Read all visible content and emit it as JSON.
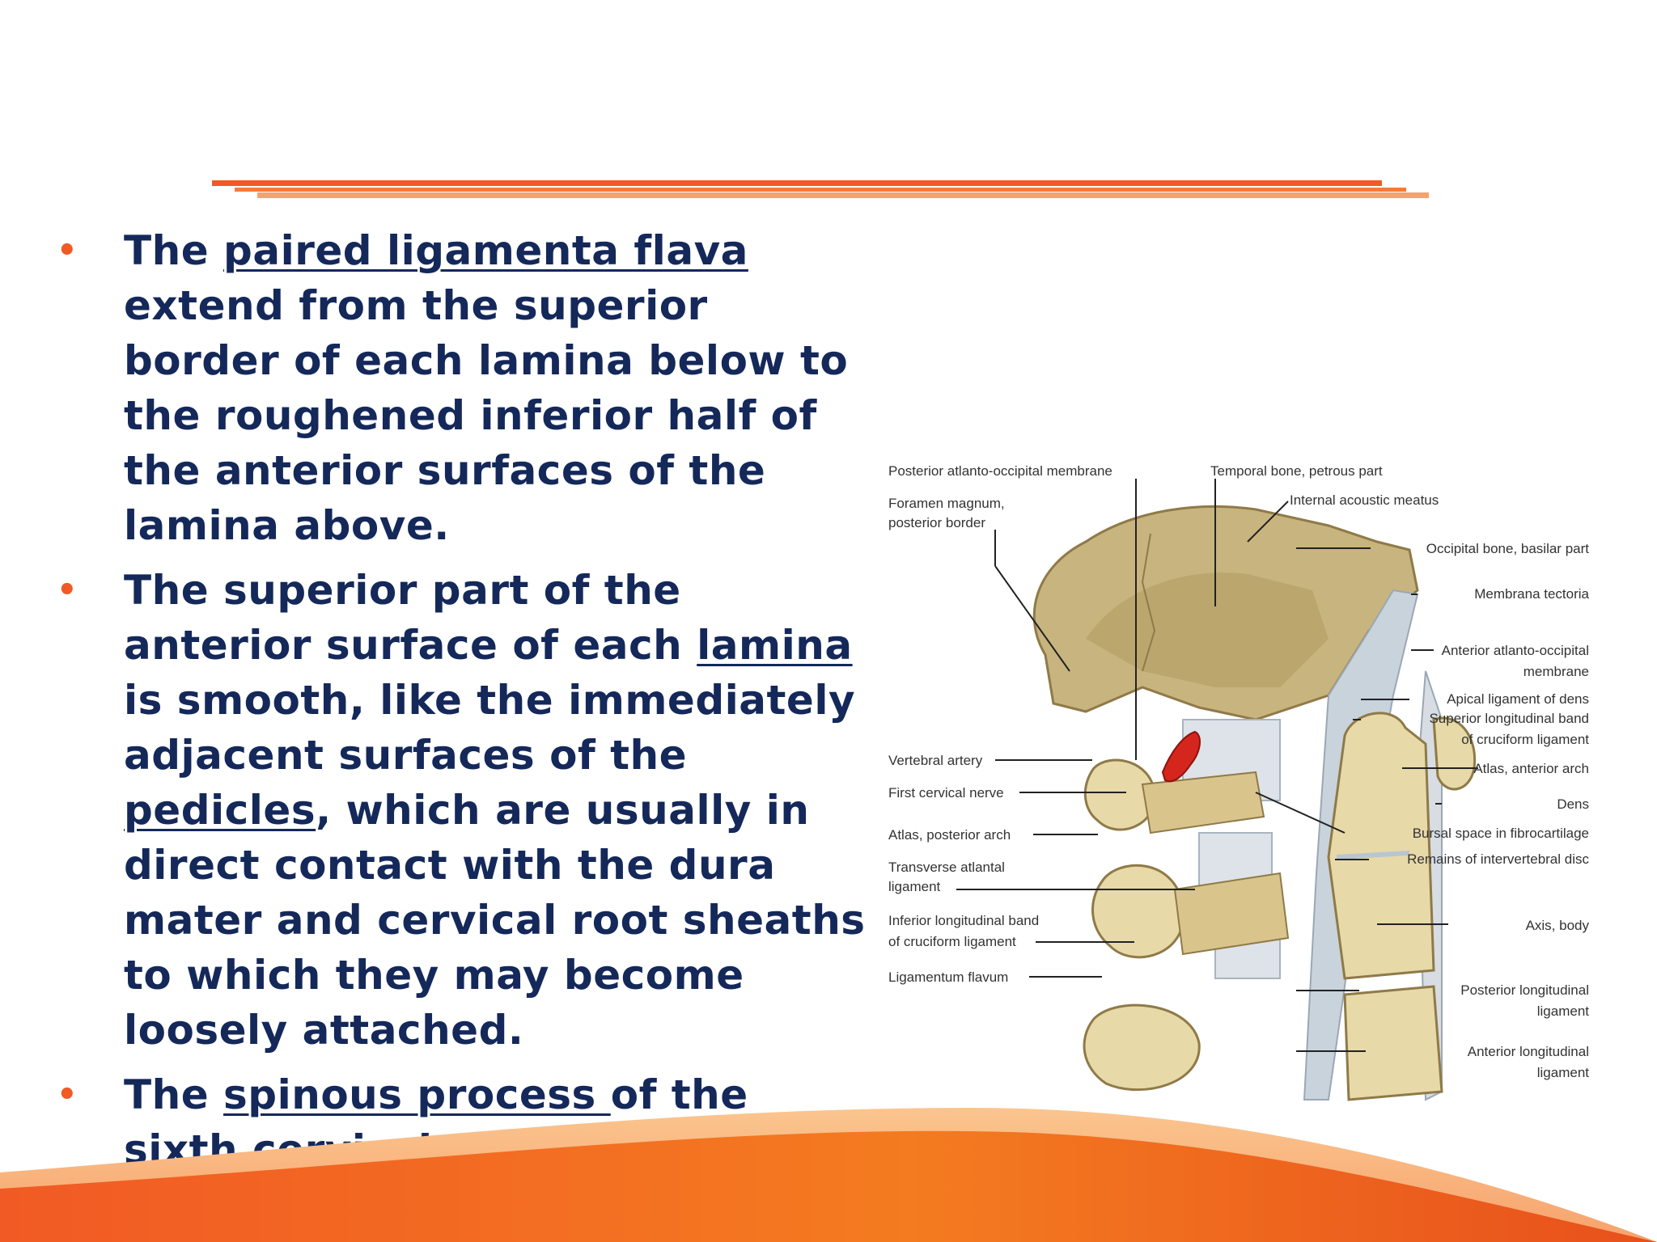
{
  "slide": {
    "bullets": [
      {
        "before": "The ",
        "link": "paired ligamenta flava ",
        "after": "extend from the superior border of each lamina below to the roughened inferior half of the anterior surfaces of the lamina above."
      },
      {
        "before": "The superior part of the anterior surface of each ",
        "link": "lamina ",
        "after": "is smooth, like the immediately adjacent surfaces of the ",
        "link2": "pedicles",
        "after2": ", which are usually in direct contact with the dura mater and cervical root sheaths to which they may become loosely attached."
      },
      {
        "before": "The ",
        "link": "spinous process ",
        "after": "of the sixth cervical vertebra is larger and is often not bifid."
      }
    ],
    "colors": {
      "accent": "#f15a24",
      "text": "#14285a",
      "bullet": "#f15a24"
    }
  },
  "figure": {
    "labels_left": {
      "l1": "Posterior atlanto-occipital membrane",
      "l2a": "Foramen magnum,",
      "l2b": "posterior border",
      "l3": "Vertebral artery",
      "l4": "First cervical nerve",
      "l5": "Atlas, posterior arch",
      "l6a": "Transverse atlantal",
      "l6b": "ligament",
      "l7a": "Inferior longitudinal band",
      "l7b": "of cruciform ligament",
      "l8": "Ligamentum flavum"
    },
    "labels_right": {
      "r1": "Temporal bone, petrous part",
      "r2": "Internal acoustic meatus",
      "r3": "Occipital bone, basilar part",
      "r4": "Membrana tectoria",
      "r5a": "Anterior atlanto-occipital",
      "r5b": "membrane",
      "r6": "Apical ligament of dens",
      "r7a": "Superior longitudinal band",
      "r7b": "of cruciform ligament",
      "r8": "Atlas, anterior arch",
      "r9": "Dens",
      "r10": "Bursal space in fibrocartilage",
      "r11": "Remains of intervertebral disc",
      "r12": "Axis, body",
      "r13a": "Posterior longitudinal",
      "r13b": "ligament",
      "r14a": "Anterior longitudinal",
      "r14b": "ligament"
    }
  }
}
